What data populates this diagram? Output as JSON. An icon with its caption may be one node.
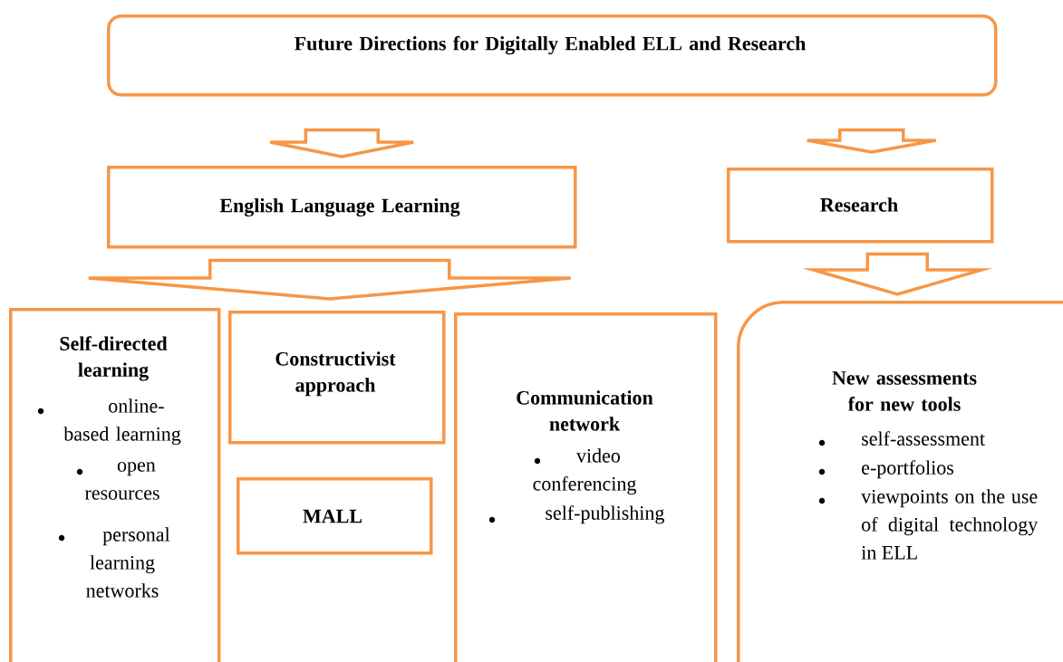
{
  "diagram": {
    "nodes": [
      {
        "text": [
          "Future Directions for Digitally Enabled ELL and Research"
        ]
      },
      {
        "text": [
          "English Language Learning"
        ]
      },
      {
        "text": [
          "Research"
        ]
      },
      {
        "text": [
          "Self-directed learning",
          "online-based learning",
          "open resources",
          "personal learning networks"
        ]
      },
      {
        "text": [
          "Constructivist approach"
        ]
      },
      {
        "text": [
          "MALL"
        ]
      },
      {
        "text": [
          "Communication network",
          "video conferencing",
          "self-publishing"
        ]
      },
      {
        "text": [
          "New assessments for new tools",
          "self-assessment",
          "e-portfolios",
          "viewpoints on the use of digital technology in ELL"
        ]
      }
    ],
    "edges": [
      {
        "from": 0,
        "to": 1,
        "arrow": "to"
      },
      {
        "from": 0,
        "to": 2,
        "arrow": "to"
      },
      {
        "from": 1,
        "to": 4,
        "arrow": "to"
      },
      {
        "from": 2,
        "to": 7,
        "arrow": "to"
      }
    ]
  }
}
